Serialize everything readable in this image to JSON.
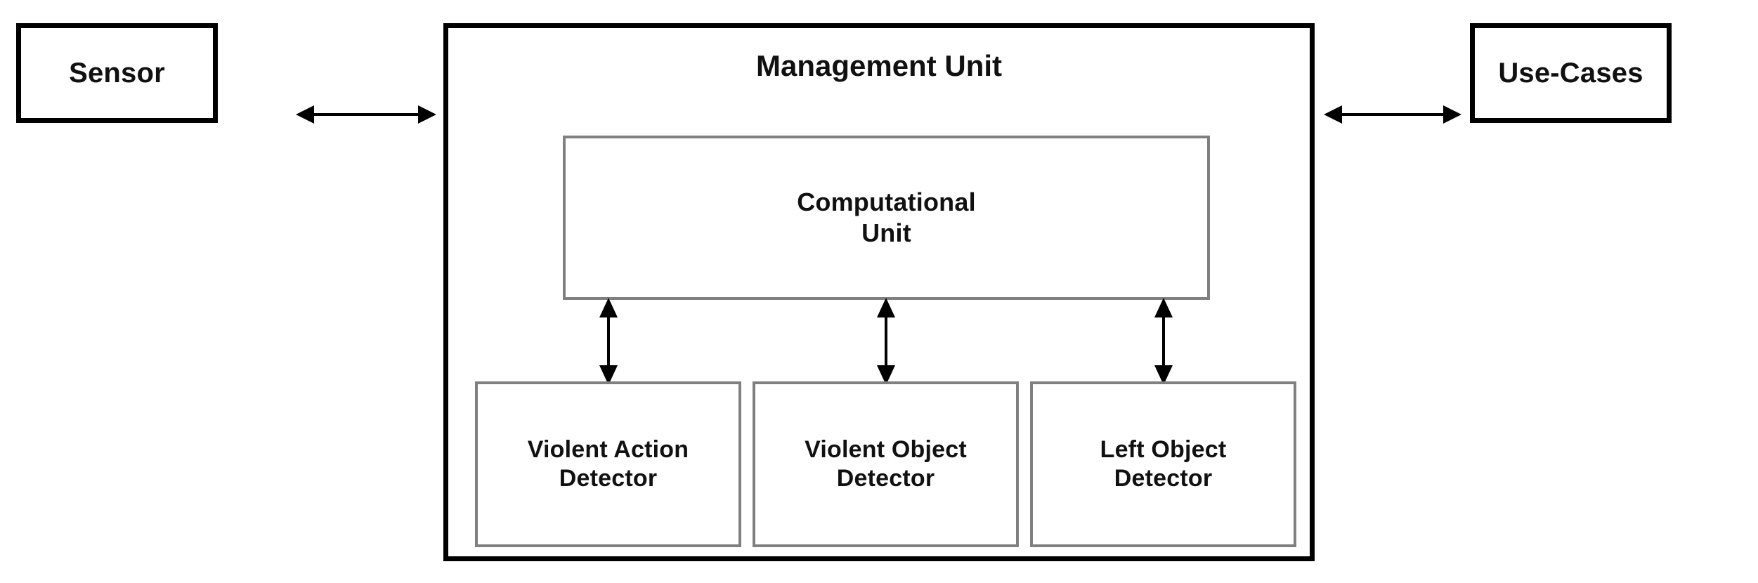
{
  "diagram": {
    "title": "Management Unit",
    "background_color": "#ffffff",
    "outer_border_color": "#000000",
    "inner_border_color": "#808080",
    "text_color": "#111111",
    "external_nodes": [
      {
        "id": "sensor",
        "label": "Sensor"
      },
      {
        "id": "use-cases",
        "label": "Use-Cases"
      }
    ],
    "management_unit": {
      "label": "Management Unit",
      "computational_unit": {
        "label": "Computational\nUnit"
      },
      "detectors": [
        {
          "id": "violent-action-detector",
          "label": "Violent Action\nDetector"
        },
        {
          "id": "violent-object-detector",
          "label": "Violent Object\nDetector"
        },
        {
          "id": "left-object-detector",
          "label": "Left Object\nDetector"
        }
      ]
    },
    "connectors": [
      {
        "id": "sensor-to-management-unit",
        "from": "Sensor",
        "to": "Management Unit",
        "style": "double-headed-arrow",
        "orientation": "horizontal"
      },
      {
        "id": "management-unit-to-use-cases",
        "from": "Management Unit",
        "to": "Use-Cases",
        "style": "double-headed-arrow",
        "orientation": "horizontal"
      },
      {
        "id": "computational-unit-to-violent-action-detector",
        "from": "Computational Unit",
        "to": "Violent Action Detector",
        "style": "double-headed-arrow",
        "orientation": "vertical"
      },
      {
        "id": "computational-unit-to-violent-object-detector",
        "from": "Computational Unit",
        "to": "Violent Object Detector",
        "style": "double-headed-arrow",
        "orientation": "vertical"
      },
      {
        "id": "computational-unit-to-left-object-detector",
        "from": "Computational Unit",
        "to": "Left Object Detector",
        "style": "double-headed-arrow",
        "orientation": "vertical"
      }
    ]
  }
}
